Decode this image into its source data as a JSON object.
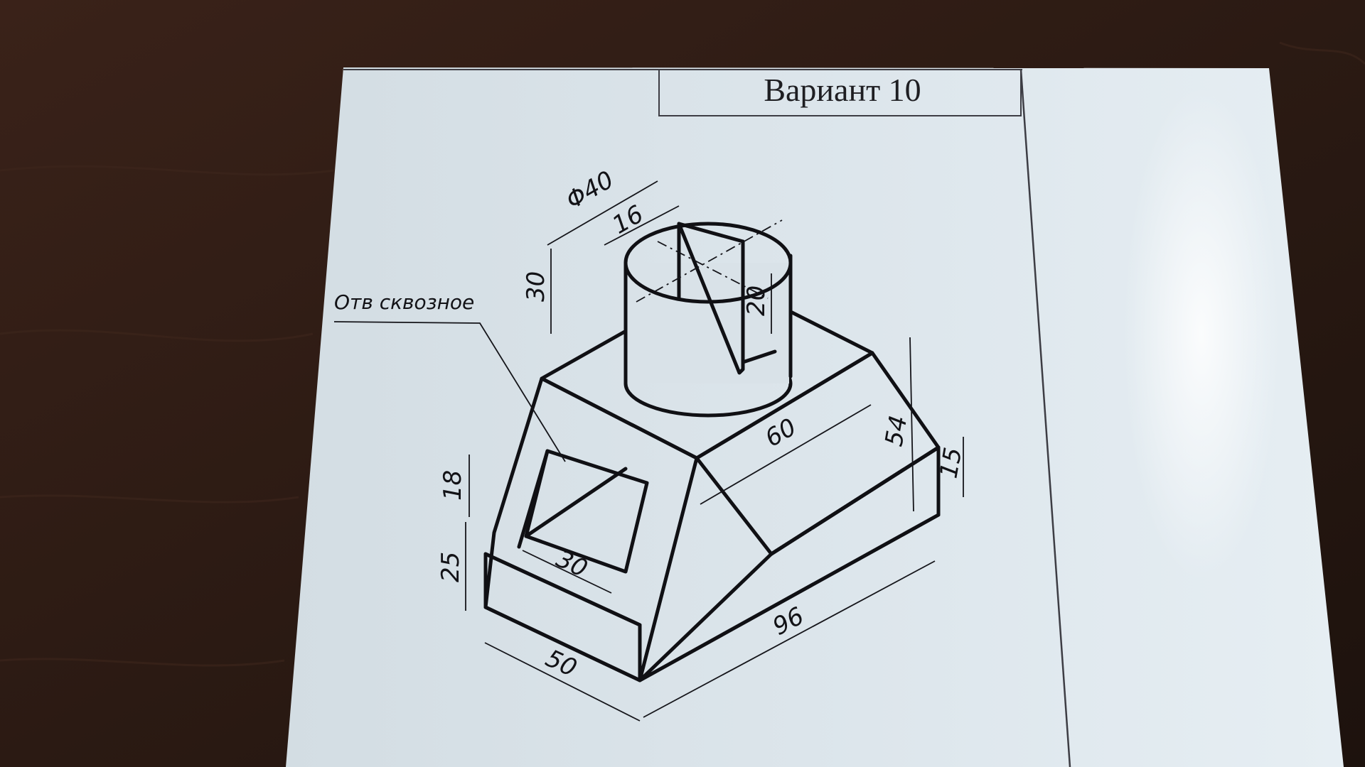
{
  "sheet": {
    "title": "Вариант 10"
  },
  "drawing": {
    "note": "Отв сквозное",
    "dimensions": {
      "diameter": "Φ40",
      "slot_width": "16",
      "cylinder_height": "30",
      "slot_depth": "20",
      "length": "60",
      "total_height": "54",
      "chamfer_height": "15",
      "hole_height": "18",
      "base_height": "25",
      "hole_width": "30",
      "width": "50",
      "total_length": "96"
    }
  }
}
